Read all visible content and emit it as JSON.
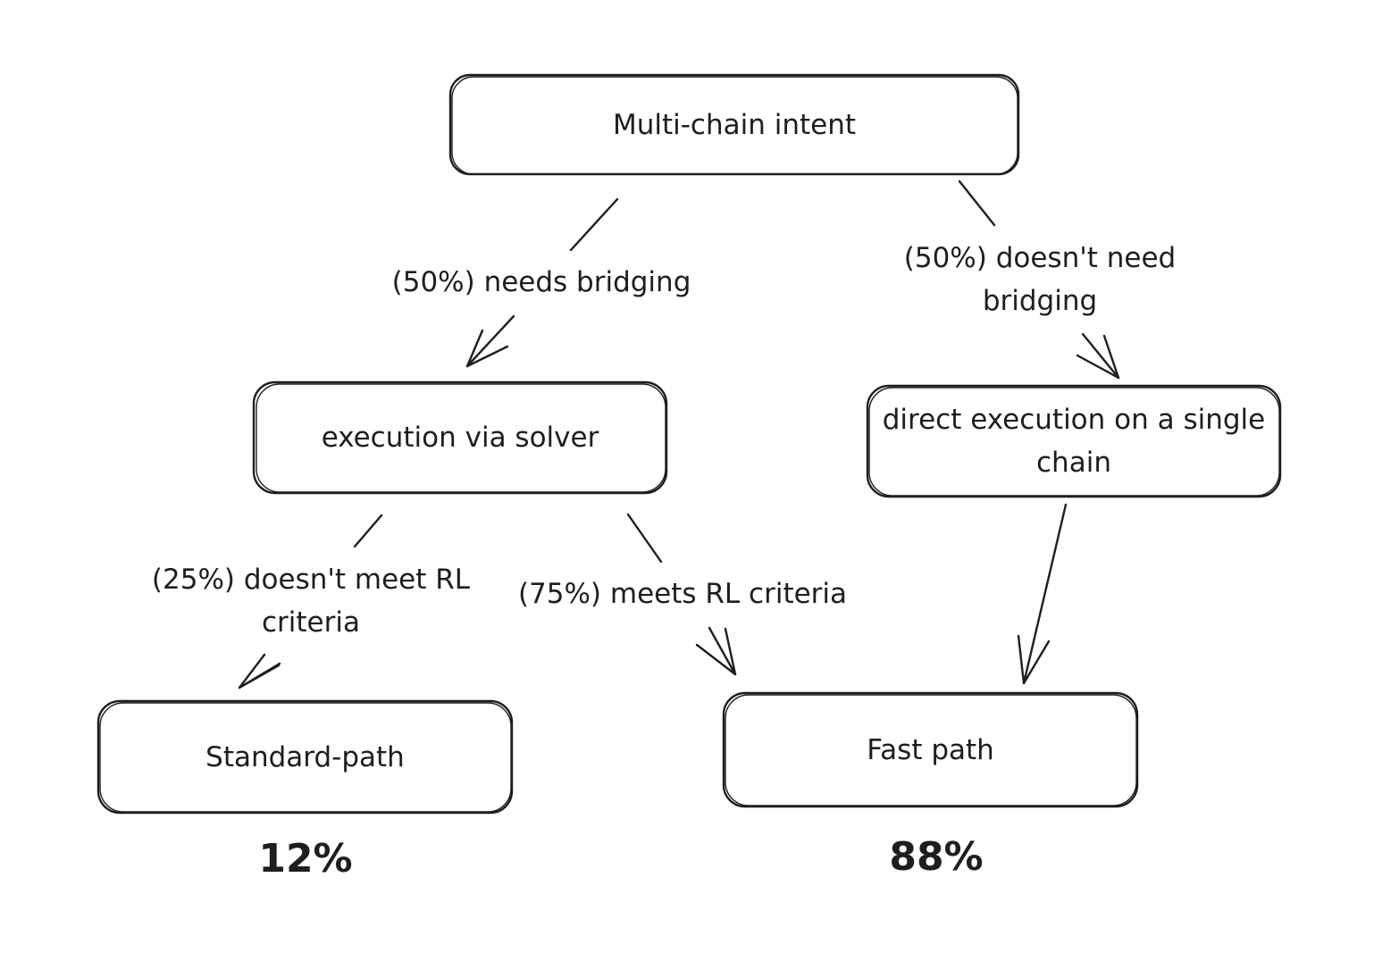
{
  "nodes": {
    "intent": "Multi-chain intent",
    "solver": "execution via solver",
    "direct": "direct execution on a single\nchain",
    "standard": "Standard-path",
    "fast": "Fast path"
  },
  "edges": {
    "needs_bridging": "(50%) needs bridging",
    "no_bridging": "(50%) doesn't need\nbridging",
    "not_meet_rl": "(25%) doesn't meet  RL\ncriteria",
    "meets_rl": "(75%) meets RL criteria"
  },
  "totals": {
    "standard": "12%",
    "fast": "88%"
  },
  "colors": {
    "stroke": "#1e1e1e",
    "background": "#ffffff"
  }
}
